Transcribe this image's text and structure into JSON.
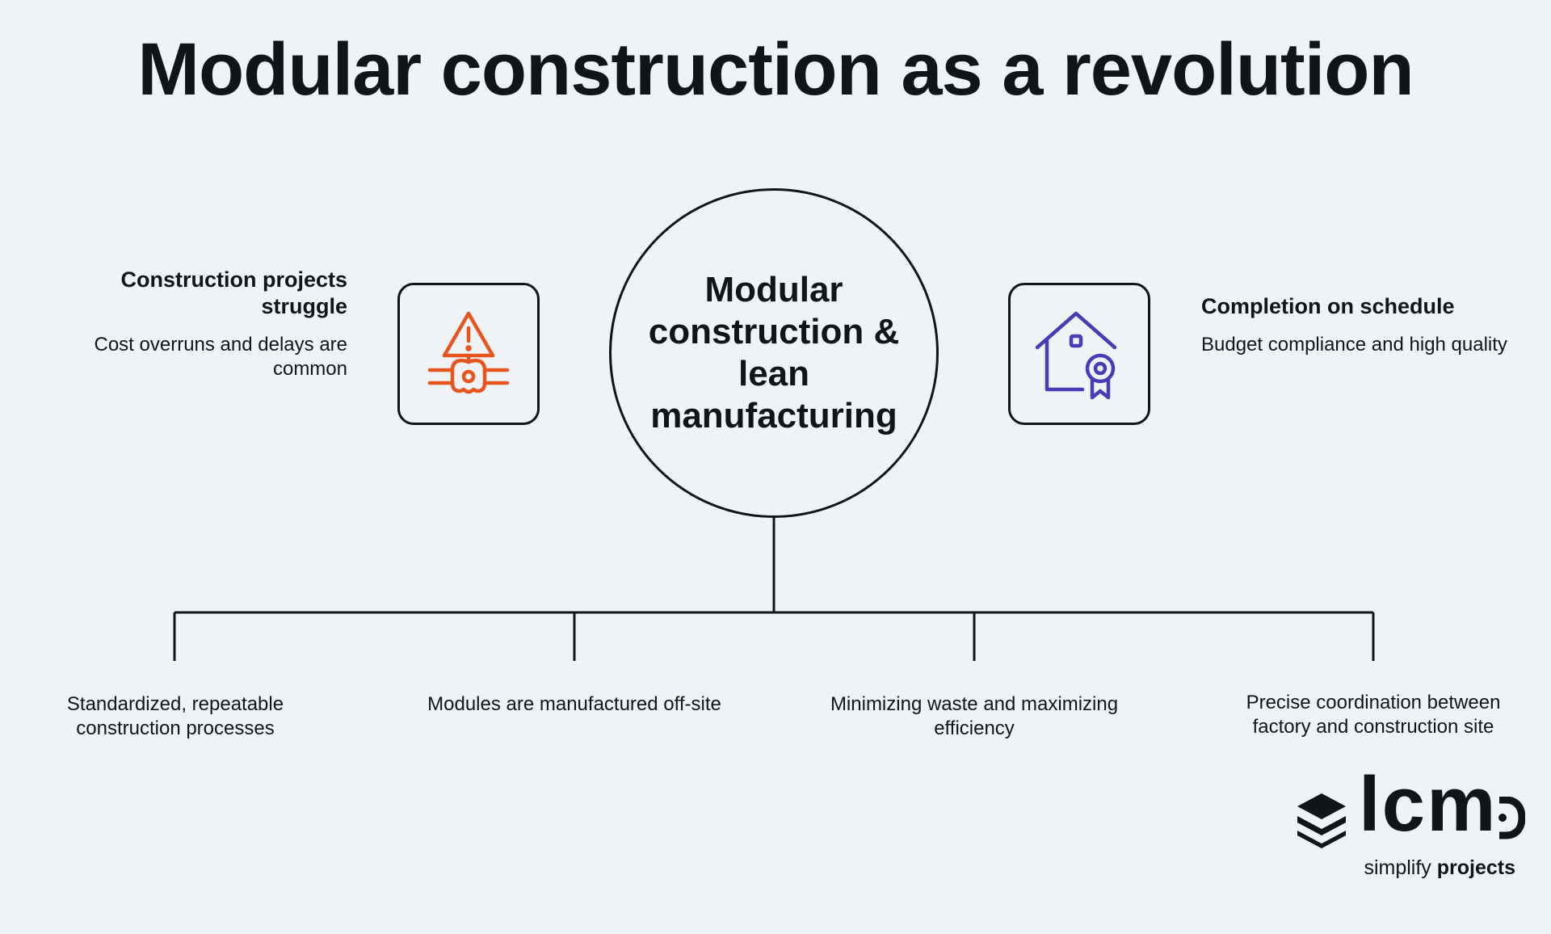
{
  "title": "Modular construction as a revolution",
  "center": {
    "label": "Modular construction & lean manufacturing"
  },
  "left": {
    "heading": "Construction projects struggle",
    "text": "Cost overruns and delays are common",
    "icon": "warning-pipe-icon",
    "color": "#e8541e"
  },
  "right": {
    "heading": "Completion on schedule",
    "text": "Budget compliance and high quality",
    "icon": "house-certificate-icon",
    "color": "#4b3bb5"
  },
  "branches": [
    {
      "label": "Standardized, repeatable construction processes"
    },
    {
      "label": "Modules are manufactured off-site"
    },
    {
      "label": "Minimizing waste and maximizing efficiency"
    },
    {
      "label": "Precise coordination between factory and construction site"
    }
  ],
  "logo": {
    "word": "lcm",
    "tagline_prefix": "simplify",
    "tagline_bold": "projects"
  }
}
